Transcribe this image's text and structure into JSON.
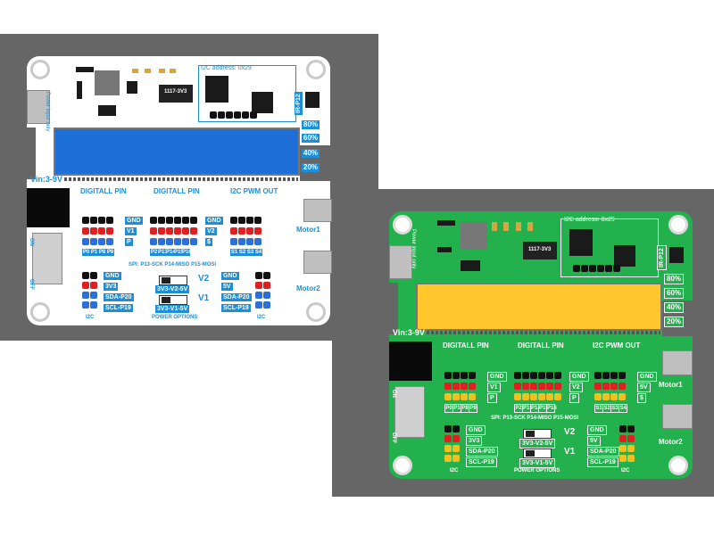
{
  "colors": {
    "background": "#ffffff",
    "panel": "#666666",
    "white_board": "#ffffff",
    "green_board": "#22b14c",
    "white_screen": "#1e6fd8",
    "green_screen": "#ffc72c",
    "label_blue": "#1e8fd6"
  },
  "boards": [
    {
      "variant": "white",
      "power_input": "Power input only",
      "i2c_address": "I2C address: 0x29",
      "regulator": "1117-3V3",
      "vin": "Vin:3-9V",
      "ir": "IR-P12",
      "percent": [
        "80%",
        "60%",
        "40%",
        "20%"
      ],
      "headers": {
        "digital_1": "DIGITALL PIN",
        "digital_2": "DIGITALL PIN",
        "i2c_pwm": "I2C PWM OUT"
      },
      "row_labels_1": [
        "GND",
        "V1",
        "P"
      ],
      "row_labels_2": [
        "GND",
        "V2",
        "$"
      ],
      "pins_1": [
        "P0",
        "P1",
        "P8",
        "P9"
      ],
      "pins_2": [
        "P2",
        "P13",
        "P14",
        "P15",
        "P16"
      ],
      "pins_3": [
        "S1",
        "S2",
        "S3",
        "S4"
      ],
      "spi": "SPI: P13-SCK P14-MISO P15-MOSI",
      "power_left": [
        "GND",
        "3V3",
        "SDA-P20",
        "SCL-P19"
      ],
      "power_right": [
        "GND",
        "5V",
        "SDA-P20",
        "SCL-P19"
      ],
      "switch_v2": "3V3-V2-5V",
      "switch_v1": "3V3-V1-5V",
      "v2": "V2",
      "v1": "V1",
      "power_options": "POWER OPTIONS",
      "i2c": "I2C",
      "motor1": "Motor1",
      "motor2": "Motor2",
      "on": "ON",
      "off": "OFF"
    },
    {
      "variant": "green",
      "power_input": "Power input only",
      "i2c_address": "I2C address: 0x29",
      "regulator": "1117-3V3",
      "vin": "Vin:3-9V",
      "ir": "IR-P12",
      "percent": [
        "80%",
        "60%",
        "40%",
        "20%"
      ],
      "headers": {
        "digital_1": "DIGITALL PIN",
        "digital_2": "DIGITALL PIN",
        "i2c_pwm": "I2C PWM OUT"
      },
      "row_labels_1": [
        "GND",
        "V1",
        "P"
      ],
      "row_labels_2": [
        "GND",
        "V2",
        "P"
      ],
      "row_labels_3": [
        "GND",
        "5V",
        "$"
      ],
      "pins_1": [
        "P0",
        "P1",
        "P8",
        "P9"
      ],
      "pins_2": [
        "P2",
        "P13",
        "P14",
        "P15",
        "P16"
      ],
      "pins_3": [
        "S1",
        "S2",
        "S3",
        "S4"
      ],
      "spi": "SPI: P13-SCK P14-MISO P15-MOSI",
      "power_left": [
        "GND",
        "3V3",
        "SDA-P20",
        "SCL-P19"
      ],
      "power_right": [
        "GND",
        "5V",
        "SDA-P20",
        "SCL-P19"
      ],
      "switch_v2": "3V3-V2-5V",
      "switch_v1": "3V3-V1-5V",
      "v2": "V2",
      "v1": "V1",
      "power_options": "POWER OPTIONS",
      "i2c": "I2C",
      "motor1": "Motor1",
      "motor2": "Motor2",
      "on": "ON",
      "off": "OFF"
    }
  ]
}
